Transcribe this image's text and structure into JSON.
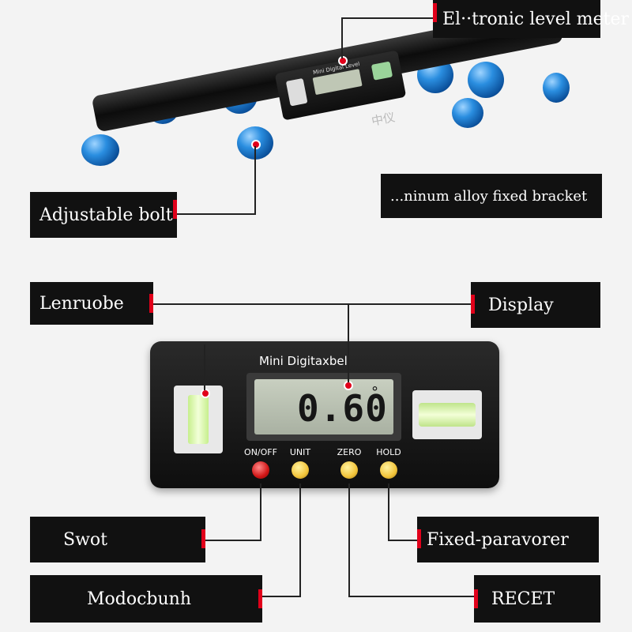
{
  "labels": {
    "electronic_level_meter": "El··tronic level meter",
    "adjustable_bolt": "Adjustable bolt",
    "aluminum_bracket": "...ninum alloy fixed bracket",
    "level_tube": "Lenruobe",
    "display": "Display",
    "switch": "Swot",
    "mode": "Modocbunh",
    "fixed_parameter": "Fixed-paravorer",
    "reset": "RECET"
  },
  "device": {
    "title": "Mini Digitaxbel",
    "reading": "0.60",
    "degree_mark": "°",
    "buttons": [
      {
        "label": "ON/OFF"
      },
      {
        "label": "UNIT"
      },
      {
        "label": "ZERO"
      },
      {
        "label": "HOLD"
      }
    ]
  },
  "bar_device_title": "Mini Digital Level",
  "bar_brand": "中仪",
  "colors": {
    "label_bg": "#111111",
    "accent_red": "#e1001a",
    "bolt_blue": "#2a8ee0",
    "button_yellow": "#f2c43a",
    "button_red": "#d01515"
  }
}
